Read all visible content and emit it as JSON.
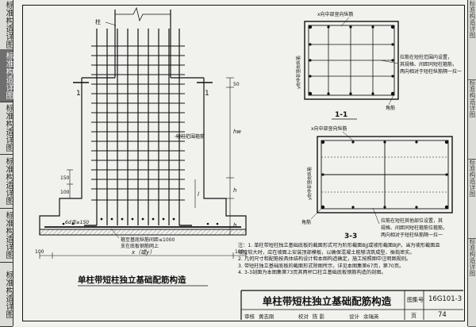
{
  "left_tabs": [
    {
      "label": "标准构造详图",
      "active": false
    },
    {
      "label": "标准构造详图",
      "active": true
    },
    {
      "label": "标准构造详图",
      "active": false
    },
    {
      "label": "标准构造详图",
      "active": false
    },
    {
      "label": "标准构造详图",
      "active": false
    },
    {
      "label": "标准构造详图",
      "active": false
    }
  ],
  "right_tabs": [
    "标准构造详图",
    "标准构造详图",
    "标准构造详图",
    "标准构造详图"
  ],
  "elevation": {
    "column_label": "柱",
    "section_marker": "1",
    "dim_top": "50",
    "dim_hw": "hw",
    "dim_h_lower": "h",
    "dim_h_bottom": "h",
    "dim_l": "l",
    "dim_left_150": "150",
    "dim_left_100": "100",
    "dim_6d": "6d且≥150",
    "annot_column_range_stirrup": "短柱范围箍筋",
    "annot_spacing": "箍至基底纵筋间距≤1000",
    "annot_spacing2": "支在底板钢筋网上",
    "dim_bottom_x": "x（或y）",
    "dim_100_left": "100",
    "dim_100_right": "100",
    "caption": "单柱带短柱独立基础配筋构造"
  },
  "section_1": {
    "title": "1-1",
    "label_x_bars": "x向中部竖向纵筋",
    "label_y_bars": "y向中部竖向纵筋",
    "label_corner": "角筋",
    "note_line1": "拉筋在短柱范围内设置，",
    "note_line2": "其规格、间距同短柱箍筋，",
    "note_line3": "两向相对于短柱纵筋隔一拉一"
  },
  "section_3": {
    "title": "3-3",
    "label_x_bars": "x向中部竖向纵筋",
    "label_y_bars": "y向中部竖向纵筋",
    "label_corner": "角筋",
    "note_line1": "拉筋在短柱其他部位设置，其",
    "note_line2": "规格、间距同短柱箍筋位箍筋，",
    "note_line3": "两向相对于短柱纵筋隔一拉一"
  },
  "notes": [
    "注：1. 单柱带短柱独立基础底板的截面形式可为阶形截面BJJ或坡形截面BJP。当为坡形截面且",
    "        坡度较大时，应在坡面上安装顶部模板，以确保混凝土能够浇筑成型、振捣密实。",
    "     2. 几何尺寸和配筋按具体结构设计和本图构造确定，施工按照图中注明图规则。",
    "     3. 带短柱独立基础底板的截面形式除图所示，详见本图集第67页，第70页。",
    "     4. 3-3剖面为本图集第73页其两杯口柱立基础底板钢筋构造的剖图。"
  ],
  "title_block": {
    "title": "单柱带短柱独立基础配筋构造",
    "atlas_label": "图集号",
    "atlas_no": "16G101-3",
    "page_label": "页",
    "page_no": "74",
    "review_label": "审核",
    "review_name": "黄志刚",
    "check_label": "校对",
    "check_name": "陈 影",
    "design_label": "设计",
    "design_name": "余瑞英"
  },
  "colors": {
    "active_tab": "#6e6e6e",
    "line": "#111111",
    "paper": "#f1f1ee"
  }
}
